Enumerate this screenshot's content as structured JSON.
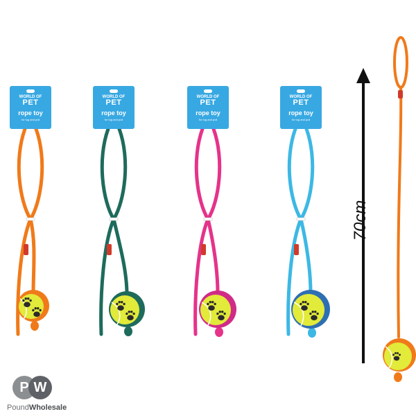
{
  "products": [
    {
      "id": "orange",
      "rope_color": "#f07a1a",
      "ball_shell_color": "#f07a1a",
      "brand_line1": "WORLD OF",
      "brand_line2": "PET",
      "product_label": "rope toy",
      "sub_label": "for tug and pull"
    },
    {
      "id": "green",
      "rope_color": "#1e6b5c",
      "ball_shell_color": "#1e6b5c",
      "brand_line1": "WORLD OF",
      "brand_line2": "PET",
      "product_label": "rope toy",
      "sub_label": "for tug and pull"
    },
    {
      "id": "pink",
      "rope_color": "#e5338a",
      "ball_shell_color": "#d12b88",
      "brand_line1": "WORLD OF",
      "brand_line2": "PET",
      "product_label": "rope toy",
      "sub_label": "for tug and pull"
    },
    {
      "id": "blue",
      "rope_color": "#3db8e4",
      "ball_shell_color": "#2e6fb3",
      "brand_line1": "WORLD OF",
      "brand_line2": "PET",
      "product_label": "rope toy",
      "sub_label": "for tug and pull"
    }
  ],
  "measurement": {
    "length_label": "70cm",
    "arrow_color": "#111111"
  },
  "colors": {
    "ball_felt": "#e2ea3a",
    "ball_seam": "#ffffff",
    "paw_print": "#2a2a2a",
    "sleeve": "#d13a2a",
    "clip": "#ffffff",
    "tag": "#38a8e2"
  },
  "watermark": {
    "initials_left": "P",
    "initials_right": "W",
    "name_part1": "Pound",
    "name_part2": "Wholesale"
  }
}
